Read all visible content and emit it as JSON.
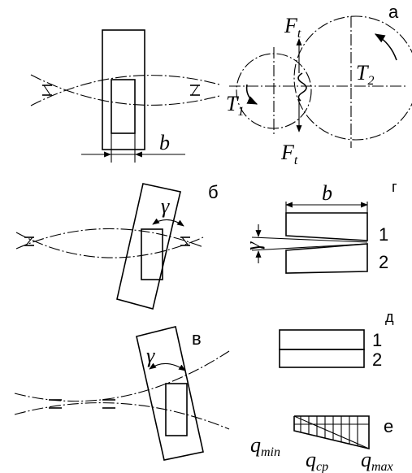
{
  "panel_labels": {
    "a": "а",
    "b": "б",
    "v": "в",
    "g": "г",
    "d": "д",
    "e": "е"
  },
  "symbols": {
    "width": "b",
    "angle": "γ",
    "force_main": "F",
    "force_sub": "t",
    "torque_main": "T",
    "torque_1_sub": "1",
    "torque_2_sub": "2",
    "load_q": "q",
    "q_min_sub": "min",
    "q_cp_sub": "ср",
    "q_max_sub": "max"
  },
  "layer_numbers": {
    "top": "1",
    "bottom": "2"
  }
}
